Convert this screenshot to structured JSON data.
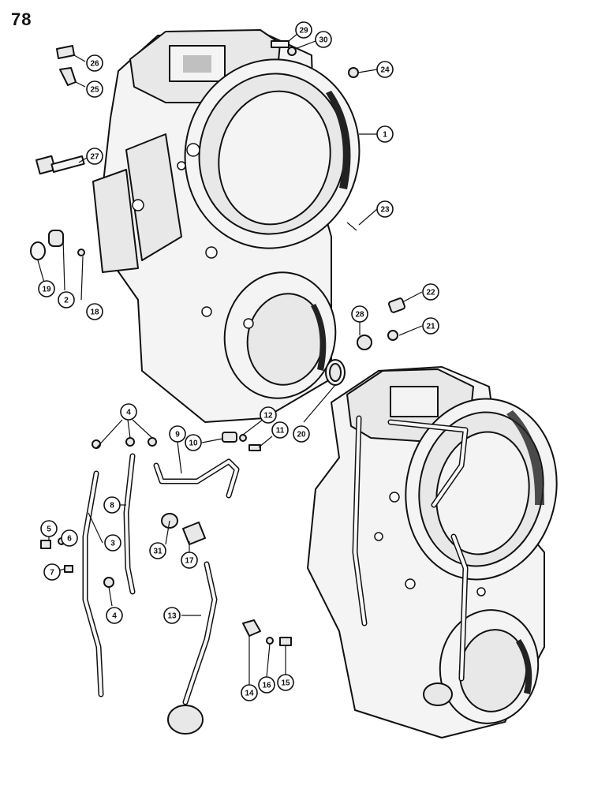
{
  "page": {
    "number": "78"
  },
  "callouts": [
    {
      "id": "c1",
      "label": "1"
    },
    {
      "id": "c2",
      "label": "2"
    },
    {
      "id": "c3",
      "label": "3"
    },
    {
      "id": "c4a",
      "label": "4"
    },
    {
      "id": "c4b",
      "label": "4"
    },
    {
      "id": "c5",
      "label": "5"
    },
    {
      "id": "c6",
      "label": "6"
    },
    {
      "id": "c7",
      "label": "7"
    },
    {
      "id": "c8",
      "label": "8"
    },
    {
      "id": "c9",
      "label": "9"
    },
    {
      "id": "c10",
      "label": "10"
    },
    {
      "id": "c11",
      "label": "11"
    },
    {
      "id": "c12",
      "label": "12"
    },
    {
      "id": "c13",
      "label": "13"
    },
    {
      "id": "c14",
      "label": "14"
    },
    {
      "id": "c15",
      "label": "15"
    },
    {
      "id": "c16",
      "label": "16"
    },
    {
      "id": "c17",
      "label": "17"
    },
    {
      "id": "c18",
      "label": "18"
    },
    {
      "id": "c19",
      "label": "19"
    },
    {
      "id": "c20",
      "label": "20"
    },
    {
      "id": "c21",
      "label": "21"
    },
    {
      "id": "c22",
      "label": "22"
    },
    {
      "id": "c23",
      "label": "23"
    },
    {
      "id": "c24",
      "label": "24"
    },
    {
      "id": "c25",
      "label": "25"
    },
    {
      "id": "c26",
      "label": "26"
    },
    {
      "id": "c27",
      "label": "27"
    },
    {
      "id": "c28",
      "label": "28"
    },
    {
      "id": "c29",
      "label": "29"
    },
    {
      "id": "c30",
      "label": "30"
    },
    {
      "id": "c31",
      "label": "31"
    }
  ]
}
